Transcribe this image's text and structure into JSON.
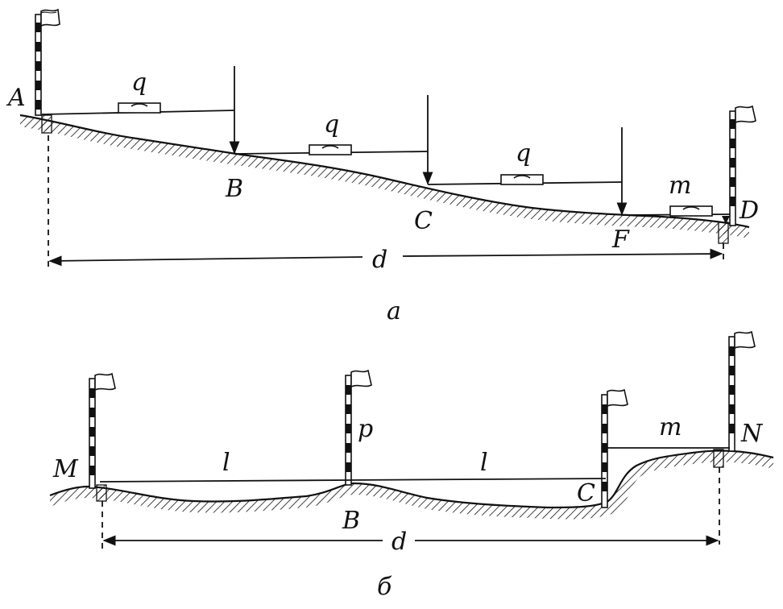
{
  "part_a": {
    "caption": "а",
    "points": {
      "A": "A",
      "B": "B",
      "C": "C",
      "D": "D",
      "F": "F"
    },
    "level_labels": [
      "q",
      "q",
      "q",
      "m"
    ],
    "distance_label": "d"
  },
  "part_b": {
    "caption": "б",
    "points": {
      "M": "M",
      "B": "B",
      "C": "C",
      "N": "N"
    },
    "segment_labels": [
      "l",
      "l"
    ],
    "pole_label": "p",
    "step_label": "m",
    "distance_label": "d"
  }
}
